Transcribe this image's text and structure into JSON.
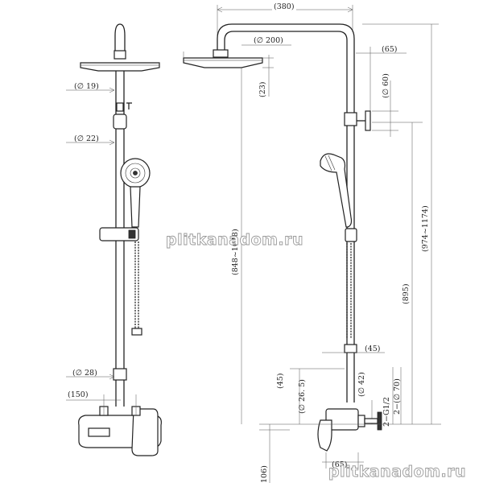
{
  "dimensions": {
    "front_head_dia": "(∅ 19)",
    "front_rail_dia": "(∅ 22)",
    "front_pipe_dia": "(∅ 28)",
    "front_centers": "(150)",
    "side_reach": "(380)",
    "side_head_dia": "(∅ 200)",
    "side_arm_offset": "(65)",
    "side_head_thickness": "(23)",
    "side_bracket_dia": "(∅ 60)",
    "side_slider_range": "(848~1048)",
    "side_total_height": "(974~1174)",
    "side_bracket_height": "(895)",
    "side_pipe_offset": "(45)",
    "side_rise": "(45)",
    "side_pipe_dia": "(∅ 26. 5)",
    "side_cover_dia_small": "(∅ 42)",
    "side_cover_dia_large": "2−(∅ 70)",
    "side_thread": "2−G1/2",
    "side_bottom_offset": "(65)",
    "side_floor_height": "106)"
  },
  "watermarks": {
    "center": "plitkanadom.ru",
    "bottom": "plitkanadom.ru"
  }
}
